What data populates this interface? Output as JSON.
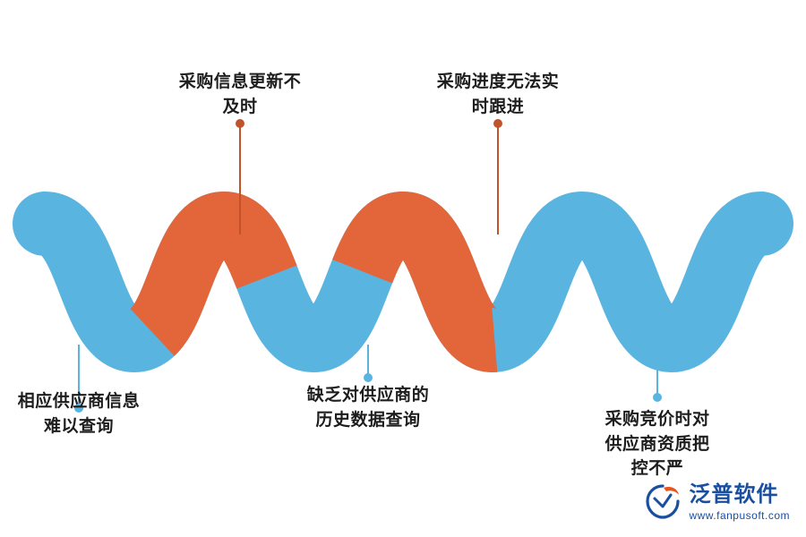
{
  "diagram": {
    "type": "wave-process-infographic",
    "colors": {
      "blue": "#59b4e0",
      "orange": "#e2663a",
      "leader_blue": "#59b4e0",
      "leader_orange": "#c2522b",
      "text": "#1d1d1d",
      "background": "#ffffff",
      "logo_blue": "#1a4fa0",
      "logo_orange": "#e8541f"
    },
    "callouts_top": [
      {
        "id": "callout-purchase-info-update",
        "text": "采购信息更新不\n及时",
        "dot_color": "#c2522b",
        "line_color": "#c2522b"
      },
      {
        "id": "callout-purchase-progress",
        "text": "采购进度无法实\n时跟进",
        "dot_color": "#c2522b",
        "line_color": "#c2522b"
      }
    ],
    "callouts_bottom": [
      {
        "id": "callout-supplier-info-query",
        "text": "相应供应商信息\n难以查询",
        "dot_color": "#59b4e0",
        "line_color": "#59b4e0"
      },
      {
        "id": "callout-supplier-history",
        "text": "缺乏对供应商的\n历史数据查询",
        "dot_color": "#59b4e0",
        "line_color": "#59b4e0"
      },
      {
        "id": "callout-bidding-qualification",
        "text": "采购竞价时对\n供应商资质把\n控不严",
        "dot_color": "#59b4e0",
        "line_color": "#59b4e0"
      }
    ]
  },
  "logo": {
    "name": "泛普软件",
    "url": "www.fanpusoft.com"
  }
}
